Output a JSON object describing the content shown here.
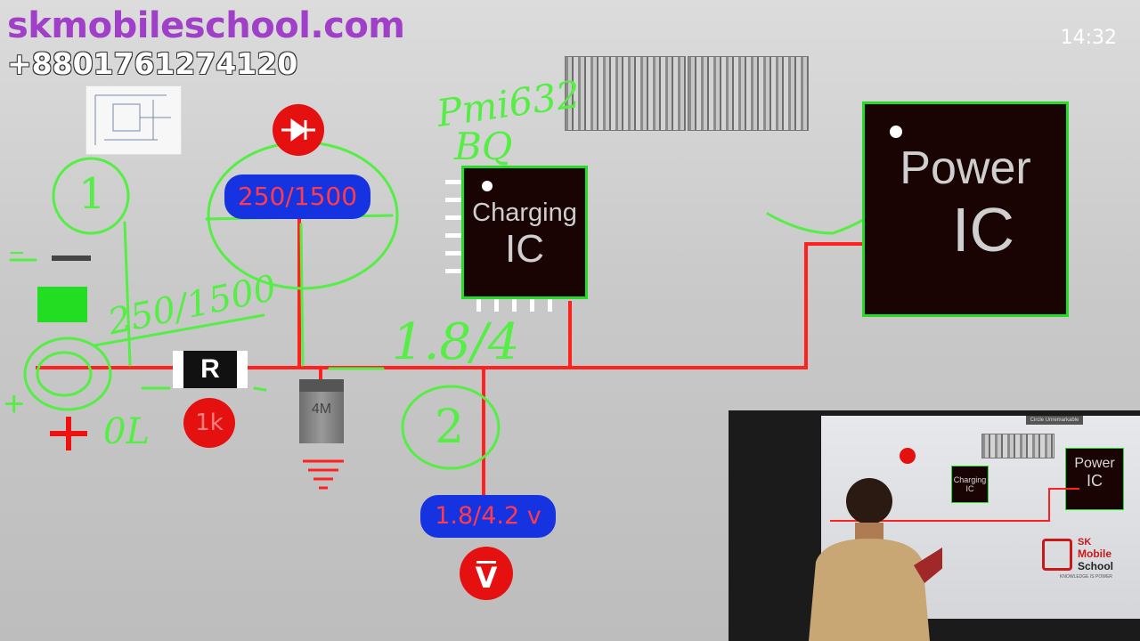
{
  "overlay": {
    "site_url": "skmobileschool.com",
    "phone": "+8801761274120",
    "clock": "14:32"
  },
  "diagram": {
    "top_value_pill": "250/1500",
    "resistor_label": "R",
    "resistor_value": "1k",
    "diode_part_label": "4M",
    "charging_ic_line1": "Charging",
    "charging_ic_line2": "IC",
    "power_ic_line1": "Power",
    "power_ic_line2": "IC",
    "voltage_pill": "1.8/4.2 v",
    "voltmeter_label": "V",
    "plus_sign": "+",
    "minus_sign": "−"
  },
  "annotations": {
    "pmi_note": "Pmi632",
    "bq_note": "BQ",
    "circle_one": "1",
    "circle_two": "2",
    "range_note": "250/1500",
    "volt_note": "1.8/4",
    "ol_note": "0L",
    "plus_note": "+",
    "minus_note": "−"
  },
  "inset": {
    "charging_ic": "Charging IC",
    "power_ic_line1": "Power",
    "power_ic_line2": "IC",
    "logo_sk": "SK",
    "logo_mobile": "Mobile",
    "logo_school": "School",
    "logo_tagline": "KNOWLEDGE IS POWER",
    "top_tab": "Circle Unremarkable"
  },
  "colors": {
    "wire": "#ff2020",
    "chip_border": "#22dd22",
    "pill": "#1533e0",
    "pill_text": "#ff3344",
    "annotation": "#55ee44",
    "url": "#a040c8"
  }
}
